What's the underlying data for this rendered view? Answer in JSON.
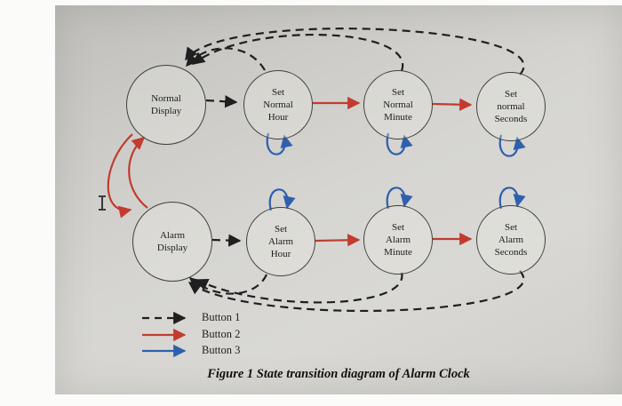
{
  "figure": {
    "caption": "Figure 1 State transition diagram of Alarm Clock"
  },
  "states": {
    "normal_display": "Normal\nDisplay",
    "set_normal_hour": "Set\nNormal\nHour",
    "set_normal_minute": "Set\nNormal\nMinute",
    "set_normal_seconds": "Set\nnormal\nSeconds",
    "alarm_display": "Alarm\nDisplay",
    "set_alarm_hour": "Set\nAlarm\nHour",
    "set_alarm_minute": "Set\nAlarm\nMinute",
    "set_alarm_seconds": "Set\nAlarm\nSeconds"
  },
  "legend": {
    "button1": "Button 1",
    "button2": "Button 2",
    "button3": "Button 3"
  },
  "colors": {
    "button1_dashed_black": "#1f1f1f",
    "button2_red": "#c23b2e",
    "button3_blue": "#2f5fae"
  }
}
